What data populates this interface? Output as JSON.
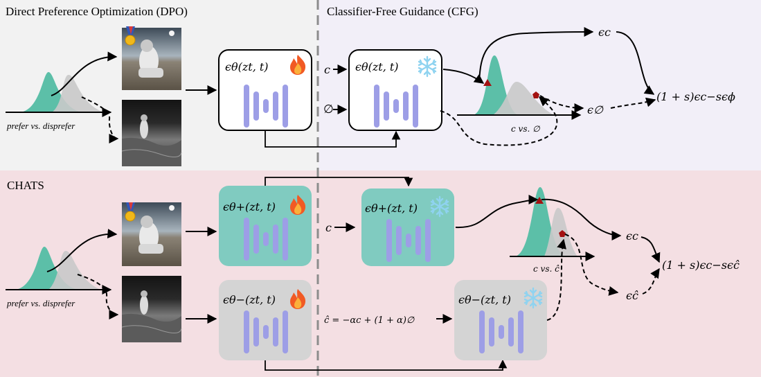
{
  "top_left": {
    "title": "Direct Preference Optimization (DPO)",
    "axis_caption": "prefer vs. disprefer",
    "model": "ϵθ(zt, t)"
  },
  "top_right": {
    "title": "Classifier-Free Guidance (CFG)",
    "input_c": "c",
    "input_null": "∅",
    "model": "ϵθ(zt, t)",
    "axis_caption": "c vs. ∅",
    "eps_c": "ϵc",
    "eps_null": "ϵ∅",
    "formula": "(1 + s)ϵc−sϵϕ"
  },
  "bottom": {
    "title": "CHATS",
    "axis_caption": "prefer vs. disprefer",
    "model_plus": "ϵθ+(zt, t)",
    "model_minus": "ϵθ−(zt, t)",
    "model_plus_frozen": "ϵθ+(zt, t)",
    "model_minus_frozen": "ϵθ−(zt, t)",
    "input_c": "c",
    "c_hat_def": "ĉ = −αc + (1 + α)∅",
    "axis_caption_right": "c vs. ĉ",
    "eps_c": "ϵc",
    "eps_chat": "ϵĉ",
    "formula": "(1 + s)ϵc−sϵĉ"
  },
  "colors": {
    "top_left_bg": "#f2f2f2",
    "top_right_bg": "#f2eff8",
    "bottom_bg": "#f4dfe3",
    "model_plus_fill": "#80cbc0",
    "model_minus_fill": "#d4d4d4",
    "bars": "#9d9ee6",
    "teal_curve": "#5cbfa8",
    "gray_curve": "#c9c9c9",
    "marker": "#a31212"
  },
  "icons": [
    "fire-icon",
    "snowflake-icon",
    "medal-icon",
    "astronaut-image"
  ]
}
